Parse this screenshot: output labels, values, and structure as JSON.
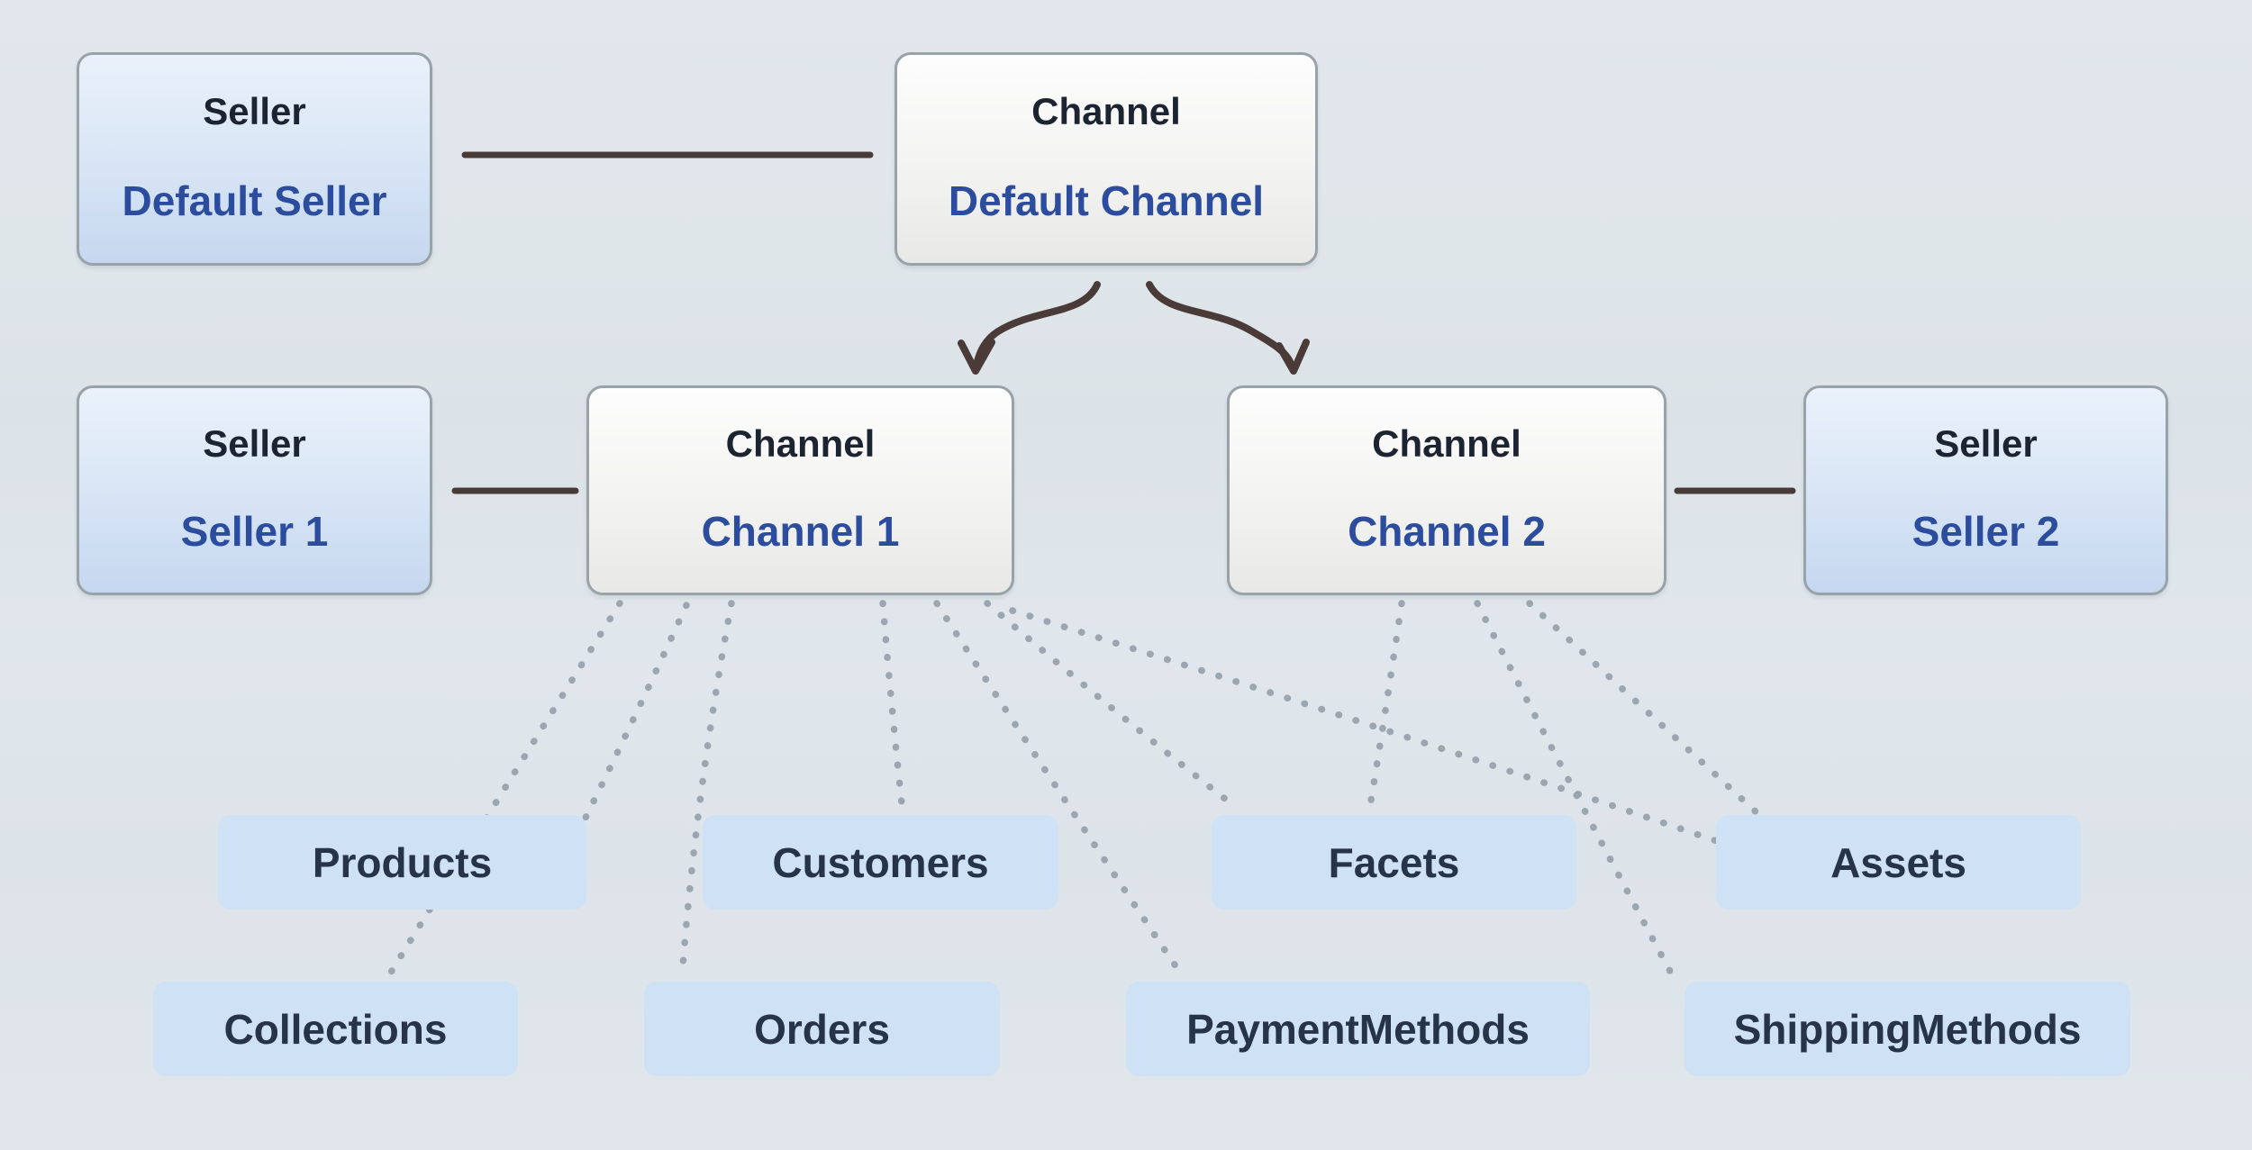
{
  "diagram": {
    "type": "entity-relationship-diagram",
    "topic": "Sellers, Channels and shared entities",
    "colors": {
      "background": "#dde4e9",
      "seller_box_top": "#eaf1fb",
      "seller_box_bottom": "#c5d7ef",
      "channel_box_top": "#fdfdfd",
      "channel_box_bottom": "#e8e8e6",
      "box_border": "#98a2a9",
      "entity_pill_background": "#cfe1f4",
      "title_text": "#1b2430",
      "name_text": "#2c4d9e",
      "entity_text": "#263349",
      "solid_line": "#473a37",
      "arrow": "#4a3b38",
      "dotted_line": "#98a2ad"
    },
    "nodes": {
      "default_seller": {
        "title": "Seller",
        "name": "Default Seller"
      },
      "default_channel": {
        "title": "Channel",
        "name": "Default Channel"
      },
      "seller1": {
        "title": "Seller",
        "name": "Seller 1"
      },
      "channel1": {
        "title": "Channel",
        "name": "Channel 1"
      },
      "channel2": {
        "title": "Channel",
        "name": "Channel 2"
      },
      "seller2": {
        "title": "Seller",
        "name": "Seller 2"
      }
    },
    "entities": {
      "row1": [
        "Products",
        "Customers",
        "Facets",
        "Assets"
      ],
      "row2": [
        "Collections",
        "Orders",
        "PaymentMethods",
        "ShippingMethods"
      ]
    },
    "connections": {
      "solid": [
        {
          "from": "Default Seller",
          "to": "Default Channel"
        },
        {
          "from": "Seller 1",
          "to": "Channel 1"
        },
        {
          "from": "Channel 2",
          "to": "Seller 2"
        }
      ],
      "arrows": [
        {
          "from": "Default Channel",
          "to": "Channel 1"
        },
        {
          "from": "Default Channel",
          "to": "Channel 2"
        }
      ],
      "dotted": [
        {
          "from": "Channel 1",
          "to": "Products"
        },
        {
          "from": "Channel 1",
          "to": "Collections"
        },
        {
          "from": "Channel 1",
          "to": "Orders"
        },
        {
          "from": "Channel 1",
          "to": "Customers"
        },
        {
          "from": "Channel 1",
          "to": "PaymentMethods"
        },
        {
          "from": "Channel 1",
          "to": "Facets"
        },
        {
          "from": "Channel 1",
          "to": "Assets"
        },
        {
          "from": "Channel 2",
          "to": "Facets"
        },
        {
          "from": "Channel 2",
          "to": "Assets"
        },
        {
          "from": "Channel 2",
          "to": "ShippingMethods"
        }
      ]
    }
  }
}
